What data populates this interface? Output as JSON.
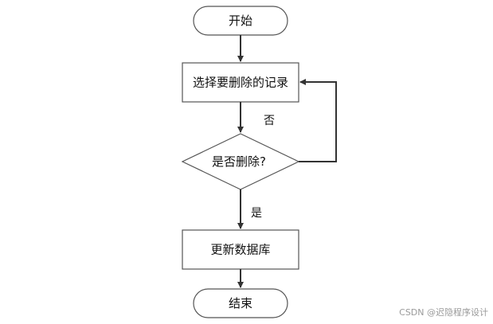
{
  "diagram": {
    "type": "flowchart",
    "nodes": {
      "start": {
        "shape": "terminator",
        "label": "开始"
      },
      "select_record": {
        "shape": "process",
        "label": "选择要删除的记录"
      },
      "confirm_delete": {
        "shape": "decision",
        "label": "是否删除?"
      },
      "update_db": {
        "shape": "process",
        "label": "更新数据库"
      },
      "end": {
        "shape": "terminator",
        "label": "结束"
      }
    },
    "edges": [
      {
        "from": "start",
        "to": "select_record",
        "label": ""
      },
      {
        "from": "select_record",
        "to": "confirm_delete",
        "label": ""
      },
      {
        "from": "confirm_delete",
        "to": "select_record",
        "label": "否"
      },
      {
        "from": "confirm_delete",
        "to": "update_db",
        "label": "是"
      },
      {
        "from": "update_db",
        "to": "end",
        "label": ""
      }
    ],
    "colors": {
      "stroke": "#555555",
      "arrow": "#333333",
      "fill": "#ffffff",
      "text": "#111111"
    }
  },
  "watermark": "CSDN @迟隐程序设计"
}
